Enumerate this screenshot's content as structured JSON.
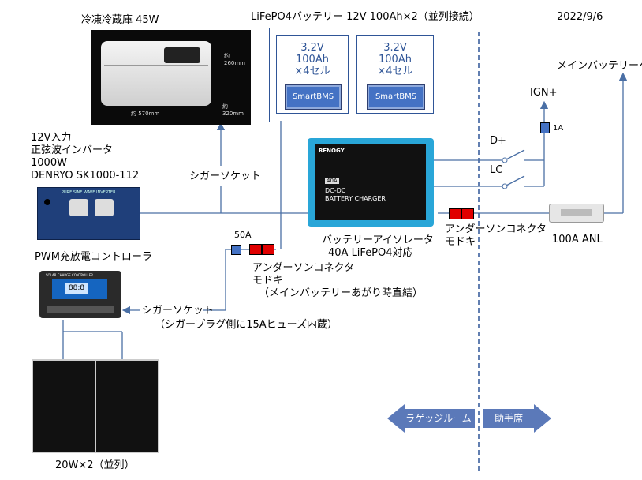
{
  "date": "2022/9/6",
  "battery_title": "LiFePO4バッテリー 12V 100Ah×2（並列接続）",
  "cells": [
    {
      "voltage": "3.2V",
      "capacity": "100Ah",
      "count": "×4セル",
      "bms": "SmartBMS"
    },
    {
      "voltage": "3.2V",
      "capacity": "100Ah",
      "count": "×4セル",
      "bms": "SmartBMS"
    }
  ],
  "fridge": {
    "label": "冷凍冷蔵庫 45W",
    "dim_h": "約 260mm",
    "dim_w": "約 570mm",
    "dim_d": "約 320mm"
  },
  "inverter": {
    "line1": "12V入力",
    "line2": "正弦波インバータ",
    "line3": "1000W",
    "line4": "DENRYO SK1000-112",
    "panel_title": "PURE SINE WAVE INVERTER"
  },
  "cigar1": "シガーソケット",
  "cigar2": "シガーソケット",
  "cigar2_note": "（シガープラグ側に15Aヒューズ内蔵）",
  "fuse_50a": "50A",
  "anderson1": {
    "line1": "アンダーソンコネクタ",
    "line2": "モドキ",
    "line3": "（メインバッテリーあがり時直結）"
  },
  "charger": {
    "brand": "RENOGY",
    "badge": "40A",
    "line1": "DC-DC",
    "line2": "BATTERY CHARGER",
    "caption1": "バッテリーアイソレータ",
    "caption2": "40A LiFePO4対応"
  },
  "anderson2": {
    "line1": "アンダーソンコネクタ",
    "line2": "モドキ"
  },
  "main_battery": "メインバッテリーへ",
  "ign": "IGN+",
  "fuse_1a": "1A",
  "d_plus": "D+",
  "lc": "LC",
  "anl": "100A ANL",
  "pwm": {
    "label": "PWM充放電コントローラ",
    "title": "SOLAR CHARGE CONTROLLER",
    "display": "88:8"
  },
  "solar": "20W×2（並列）",
  "luggage": "ラゲッジルーム",
  "passenger": "助手席",
  "colors": {
    "wire": "#4a6fa5",
    "box": "#2f5597",
    "charger": "#29a6d8",
    "red": "#e00000",
    "dashed": "#2f5597"
  }
}
